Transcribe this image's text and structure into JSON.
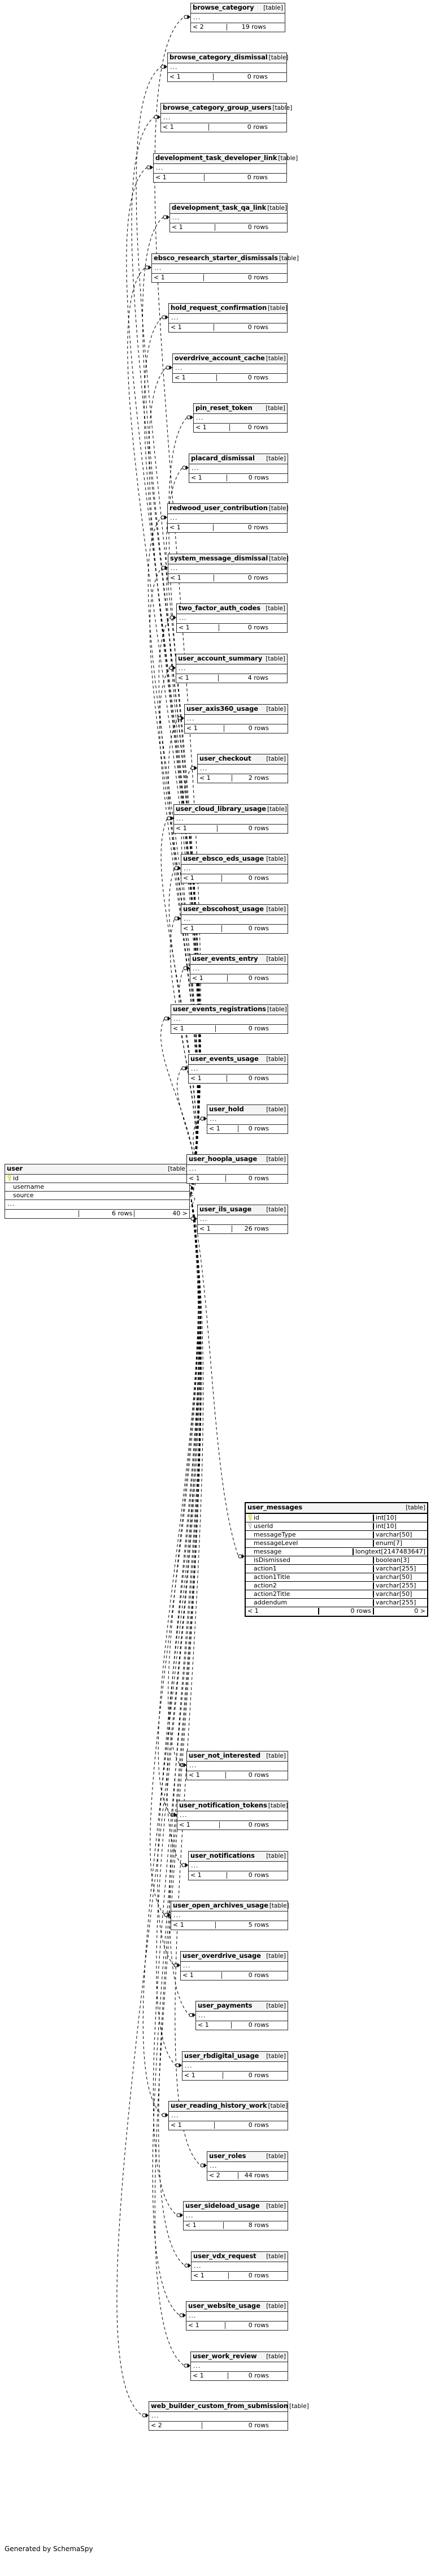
{
  "diagram": {
    "generator_credit": "Generated by SchemaSpy",
    "type_label": "[table]",
    "ellipsis": "...",
    "pk_icon": "primary-key-icon",
    "fk_icon": "foreign-key-icon"
  },
  "central_table": {
    "name": "user",
    "type": "[table]",
    "columns": [
      {
        "name": "id",
        "key": "pk"
      },
      {
        "name": "username",
        "key": ""
      },
      {
        "name": "source",
        "key": ""
      }
    ],
    "has_more_columns": true,
    "footer": {
      "parents": "",
      "rows": "6 rows",
      "children": "40 >"
    }
  },
  "detail_table": {
    "name": "user_messages",
    "type": "[table]",
    "columns": [
      {
        "name": "id",
        "type": "int[10]",
        "key": "pk"
      },
      {
        "name": "userId",
        "type": "int[10]",
        "key": "fk"
      },
      {
        "name": "messageType",
        "type": "varchar[50]",
        "key": ""
      },
      {
        "name": "messageLevel",
        "type": "enum[7]",
        "key": ""
      },
      {
        "name": "message",
        "type": "longtext[2147483647]",
        "key": ""
      },
      {
        "name": "isDismissed",
        "type": "boolean[3]",
        "key": ""
      },
      {
        "name": "action1",
        "type": "varchar[255]",
        "key": ""
      },
      {
        "name": "action1Title",
        "type": "varchar[50]",
        "key": ""
      },
      {
        "name": "action2",
        "type": "varchar[255]",
        "key": ""
      },
      {
        "name": "action2Title",
        "type": "varchar[50]",
        "key": ""
      },
      {
        "name": "addendum",
        "type": "varchar[255]",
        "key": ""
      }
    ],
    "footer": {
      "parents": "< 1",
      "rows": "0 rows",
      "children": "0 >"
    }
  },
  "related_tables": [
    {
      "name": "browse_category",
      "type": "[table]",
      "parents": "< 2",
      "rows": "19 rows",
      "children": ""
    },
    {
      "name": "browse_category_dismissal",
      "type": "[table]",
      "parents": "< 1",
      "rows": "0 rows",
      "children": ""
    },
    {
      "name": "browse_category_group_users",
      "type": "[table]",
      "parents": "< 1",
      "rows": "0 rows",
      "children": ""
    },
    {
      "name": "development_task_developer_link",
      "type": "[table]",
      "parents": "< 1",
      "rows": "0 rows",
      "children": ""
    },
    {
      "name": "development_task_qa_link",
      "type": "[table]",
      "parents": "< 1",
      "rows": "0 rows",
      "children": ""
    },
    {
      "name": "ebsco_research_starter_dismissals",
      "type": "[table]",
      "parents": "< 1",
      "rows": "0 rows",
      "children": ""
    },
    {
      "name": "hold_request_confirmation",
      "type": "[table]",
      "parents": "< 1",
      "rows": "0 rows",
      "children": ""
    },
    {
      "name": "overdrive_account_cache",
      "type": "[table]",
      "parents": "< 1",
      "rows": "0 rows",
      "children": ""
    },
    {
      "name": "pin_reset_token",
      "type": "[table]",
      "parents": "< 1",
      "rows": "0 rows",
      "children": ""
    },
    {
      "name": "placard_dismissal",
      "type": "[table]",
      "parents": "< 1",
      "rows": "0 rows",
      "children": ""
    },
    {
      "name": "redwood_user_contribution",
      "type": "[table]",
      "parents": "< 1",
      "rows": "0 rows",
      "children": ""
    },
    {
      "name": "system_message_dismissal",
      "type": "[table]",
      "parents": "< 1",
      "rows": "0 rows",
      "children": ""
    },
    {
      "name": "two_factor_auth_codes",
      "type": "[table]",
      "parents": "< 1",
      "rows": "0 rows",
      "children": ""
    },
    {
      "name": "user_account_summary",
      "type": "[table]",
      "parents": "< 1",
      "rows": "4 rows",
      "children": ""
    },
    {
      "name": "user_axis360_usage",
      "type": "[table]",
      "parents": "< 1",
      "rows": "0 rows",
      "children": ""
    },
    {
      "name": "user_checkout",
      "type": "[table]",
      "parents": "< 1",
      "rows": "2 rows",
      "children": ""
    },
    {
      "name": "user_cloud_library_usage",
      "type": "[table]",
      "parents": "< 1",
      "rows": "0 rows",
      "children": ""
    },
    {
      "name": "user_ebsco_eds_usage",
      "type": "[table]",
      "parents": "< 1",
      "rows": "0 rows",
      "children": ""
    },
    {
      "name": "user_ebscohost_usage",
      "type": "[table]",
      "parents": "< 1",
      "rows": "0 rows",
      "children": ""
    },
    {
      "name": "user_events_entry",
      "type": "[table]",
      "parents": "< 1",
      "rows": "0 rows",
      "children": ""
    },
    {
      "name": "user_events_registrations",
      "type": "[table]",
      "parents": "< 1",
      "rows": "0 rows",
      "children": ""
    },
    {
      "name": "user_events_usage",
      "type": "[table]",
      "parents": "< 1",
      "rows": "0 rows",
      "children": ""
    },
    {
      "name": "user_hold",
      "type": "[table]",
      "parents": "< 1",
      "rows": "0 rows",
      "children": ""
    },
    {
      "name": "user_hoopla_usage",
      "type": "[table]",
      "parents": "< 1",
      "rows": "0 rows",
      "children": ""
    },
    {
      "name": "user_ils_usage",
      "type": "[table]",
      "parents": "< 1",
      "rows": "26 rows",
      "children": ""
    },
    {
      "name": "user_not_interested",
      "type": "[table]",
      "parents": "< 1",
      "rows": "0 rows",
      "children": ""
    },
    {
      "name": "user_notification_tokens",
      "type": "[table]",
      "parents": "< 1",
      "rows": "0 rows",
      "children": ""
    },
    {
      "name": "user_notifications",
      "type": "[table]",
      "parents": "< 1",
      "rows": "0 rows",
      "children": ""
    },
    {
      "name": "user_open_archives_usage",
      "type": "[table]",
      "parents": "< 1",
      "rows": "5 rows",
      "children": ""
    },
    {
      "name": "user_overdrive_usage",
      "type": "[table]",
      "parents": "< 1",
      "rows": "0 rows",
      "children": ""
    },
    {
      "name": "user_payments",
      "type": "[table]",
      "parents": "< 1",
      "rows": "0 rows",
      "children": ""
    },
    {
      "name": "user_rbdigital_usage",
      "type": "[table]",
      "parents": "< 1",
      "rows": "0 rows",
      "children": ""
    },
    {
      "name": "user_reading_history_work",
      "type": "[table]",
      "parents": "< 1",
      "rows": "0 rows",
      "children": ""
    },
    {
      "name": "user_roles",
      "type": "[table]",
      "parents": "< 2",
      "rows": "44 rows",
      "children": ""
    },
    {
      "name": "user_sideload_usage",
      "type": "[table]",
      "parents": "< 1",
      "rows": "8 rows",
      "children": ""
    },
    {
      "name": "user_vdx_request",
      "type": "[table]",
      "parents": "< 1",
      "rows": "0 rows",
      "children": ""
    },
    {
      "name": "user_website_usage",
      "type": "[table]",
      "parents": "< 1",
      "rows": "0 rows",
      "children": ""
    },
    {
      "name": "user_work_review",
      "type": "[table]",
      "parents": "< 1",
      "rows": "0 rows",
      "children": ""
    },
    {
      "name": "web_builder_custom_from_submission",
      "type": "[table]",
      "parents": "< 2",
      "rows": "0 rows",
      "children": ""
    }
  ]
}
